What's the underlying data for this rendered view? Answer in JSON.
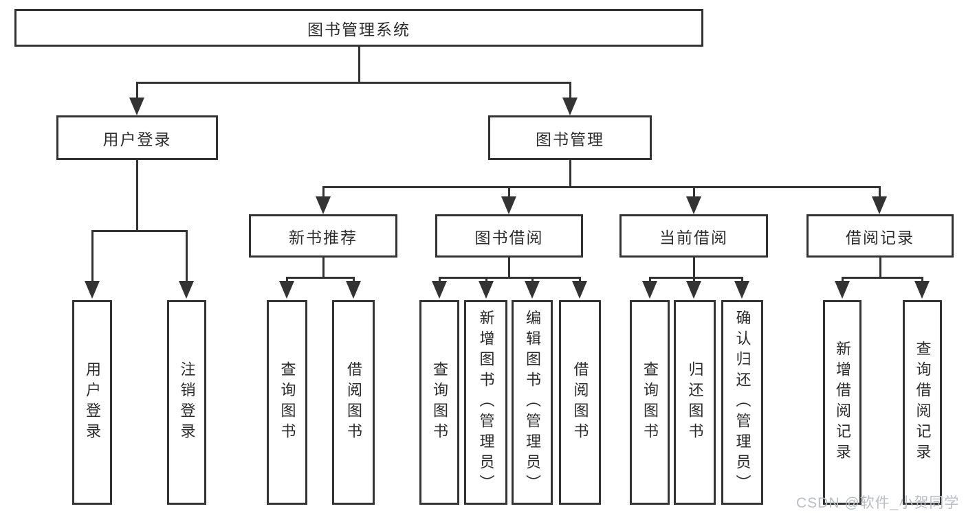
{
  "title": "图书管理系统",
  "watermark": "CSDN @软件_小贺同学",
  "colors": {
    "line": "#333333",
    "text": "#2b2b2b",
    "watermark": "#b9bec4",
    "background": "#ffffff"
  },
  "nodes": {
    "root": {
      "label": "图书管理系统"
    },
    "level2": [
      {
        "label": "用户登录"
      },
      {
        "label": "图书管理"
      }
    ],
    "level3": [
      {
        "label": "新书推荐"
      },
      {
        "label": "图书借阅"
      },
      {
        "label": "当前借阅"
      },
      {
        "label": "借阅记录"
      }
    ],
    "leaves": [
      {
        "label": "用户登录",
        "parent": "用户登录"
      },
      {
        "label": "注销登录",
        "parent": "用户登录"
      },
      {
        "label": "查询图书",
        "parent": "新书推荐"
      },
      {
        "label": "借阅图书",
        "parent": "新书推荐"
      },
      {
        "label": "查询图书",
        "parent": "图书借阅"
      },
      {
        "label": "新增图书（管理员）",
        "parent": "图书借阅"
      },
      {
        "label": "编辑图书（管理员）",
        "parent": "图书借阅"
      },
      {
        "label": "借阅图书",
        "parent": "图书借阅"
      },
      {
        "label": "查询图书",
        "parent": "当前借阅"
      },
      {
        "label": "归还图书",
        "parent": "当前借阅"
      },
      {
        "label": "确认归还（管理员）",
        "parent": "当前借阅"
      },
      {
        "label": "新增借阅记录",
        "parent": "借阅记录"
      },
      {
        "label": "查询借阅记录",
        "parent": "借阅记录"
      }
    ]
  }
}
